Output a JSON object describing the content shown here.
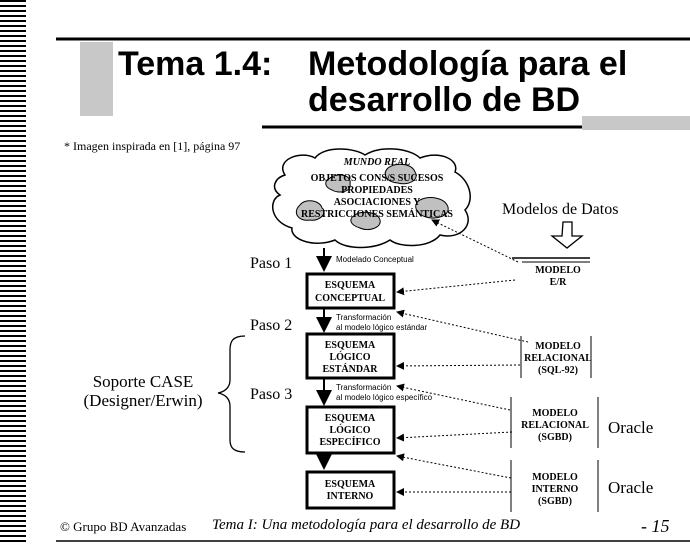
{
  "title": {
    "label": "Tema 1.4:",
    "line1": "Metodología para el",
    "line2": "desarrollo de BD"
  },
  "note": "* Imagen inspirada en [1], página 97",
  "mundo_real": {
    "title": "MUNDO REAL",
    "lines": [
      "OBJETOS CONS/S SUCESOS",
      "PROPIEDADES",
      "ASOCIACIONES Y",
      "RESTRICCIONES SEMÁNTICAS"
    ]
  },
  "modelos_title": "Modelos de Datos",
  "steps": {
    "paso1": "Paso 1",
    "paso2": "Paso 2",
    "paso3": "Paso 3"
  },
  "arrows": {
    "a1": "Modelado Conceptual",
    "a2_l1": "Transformación",
    "a2_l2": "al modelo lógico estándar",
    "a3_l1": "Transformación",
    "a3_l2": "al modelo lógico específico"
  },
  "boxes": {
    "conceptual": [
      "ESQUEMA",
      "CONCEPTUAL"
    ],
    "estandar": [
      "ESQUEMA",
      "LÓGICO",
      "ESTÁNDAR"
    ],
    "especifico": [
      "ESQUEMA",
      "LÓGICO",
      "ESPECÍFICO"
    ],
    "interno": [
      "ESQUEMA",
      "INTERNO"
    ]
  },
  "models": {
    "er": [
      "MODELO",
      "E/R"
    ],
    "relacional": [
      "MODELO",
      "RELACIONAL",
      "(SQL-92)"
    ],
    "relacional_sgbd": [
      "MODELO",
      "RELACIONAL",
      "(SGBD)"
    ],
    "interno": [
      "MODELO",
      "INTERNO",
      "(SGBD)"
    ]
  },
  "oracle1": "Oracle",
  "oracle2": "Oracle",
  "soporte": [
    "Soporte CASE",
    "(Designer/Erwin)"
  ],
  "footer": {
    "left": "© Grupo BD Avanzadas",
    "middle": "Tema I: Una metodología para el desarrollo de BD",
    "page": "- 15"
  }
}
